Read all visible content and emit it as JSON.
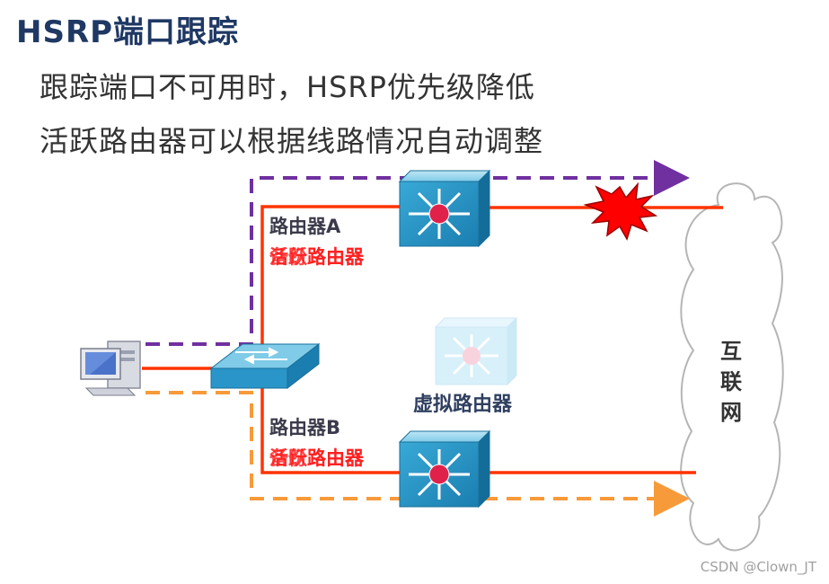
{
  "title": "HSRP端口跟踪",
  "bullets": [
    "跟踪端口不可用时，HSRP优先级降低",
    "活跃路由器可以根据线路情况自动调整"
  ],
  "router_a": {
    "name": "路由器A",
    "role_under": "备份路由器",
    "role_over": "活跃路由器"
  },
  "router_b": {
    "name": "路由器B",
    "role_under": "备份路由器",
    "role_over": "活跃路由器"
  },
  "virtual_router": "虚拟路由器",
  "cloud_label": "互联网",
  "watermark": "CSDN @Clown_JT",
  "colors": {
    "title": "#1f3864",
    "link": "#ff3300",
    "path_a": "#7030a0",
    "path_b": "#f79a3a",
    "router": "#1f8fc0",
    "failure": "#ff0000"
  }
}
